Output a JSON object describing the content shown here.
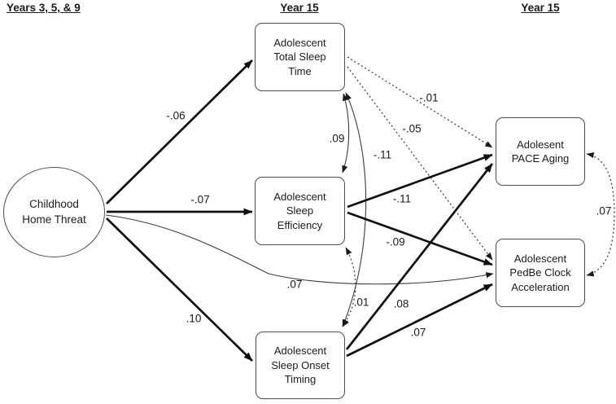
{
  "headers": {
    "left": "Years 3, 5, & 9",
    "middle": "Year 15",
    "right": "Year 15"
  },
  "nodes": {
    "childhood_home_threat": {
      "label": "Childhood\nHome Threat",
      "shape": "ellipse"
    },
    "total_sleep_time": {
      "label": "Adolescent\nTotal Sleep\nTime",
      "shape": "rect"
    },
    "sleep_efficiency": {
      "label": "Adolescent\nSleep\nEfficiency",
      "shape": "rect"
    },
    "sleep_onset_timing": {
      "label": "Adolescent\nSleep Onset\nTiming",
      "shape": "rect"
    },
    "pace_aging": {
      "label": "Adolesent\nPACE Aging",
      "shape": "rect"
    },
    "pedbe_clock": {
      "label": "Adolescent\nPedBe Clock\nAcceleration",
      "shape": "rect"
    }
  },
  "paths": [
    {
      "from": "Childhood Home Threat",
      "to": "Adolescent Total Sleep Time",
      "coef": "-.06",
      "style": "solid-bold"
    },
    {
      "from": "Childhood Home Threat",
      "to": "Adolescent Sleep Efficiency",
      "coef": "-.07",
      "style": "solid-bold"
    },
    {
      "from": "Childhood Home Threat",
      "to": "Adolescent Sleep Onset Timing",
      "coef": ".10",
      "style": "solid-bold"
    },
    {
      "from": "Childhood Home Threat",
      "to": "Adolescent PedBe Clock Acceleration",
      "coef": ".07",
      "style": "solid-thin"
    },
    {
      "from": "Adolescent Total Sleep Time",
      "to": "Adolescent Sleep Efficiency",
      "coef": ".09",
      "style": "covariance-double-arrow"
    },
    {
      "from": "Adolescent Total Sleep Time",
      "to": "Adolescent Sleep Onset Timing",
      "coef": "-.11",
      "style": "covariance-double-arrow"
    },
    {
      "from": "Adolescent Sleep Efficiency",
      "to": "Adolescent Sleep Onset Timing",
      "coef": ".01",
      "style": "covariance-dotted-double-arrow"
    },
    {
      "from": "Adolescent Total Sleep Time",
      "to": "Adolesent PACE Aging",
      "coef": "-.01",
      "style": "dotted"
    },
    {
      "from": "Adolescent Total Sleep Time",
      "to": "Adolescent PedBe Clock Acceleration",
      "coef": "-.05",
      "style": "dotted"
    },
    {
      "from": "Adolescent Sleep Efficiency",
      "to": "Adolesent PACE Aging",
      "coef": "-.11",
      "style": "solid-bold"
    },
    {
      "from": "Adolescent Sleep Efficiency",
      "to": "Adolescent PedBe Clock Acceleration",
      "coef": "-.09",
      "style": "solid-bold"
    },
    {
      "from": "Adolescent Sleep Onset Timing",
      "to": "Adolesent PACE Aging",
      "coef": ".08",
      "style": "solid-bold"
    },
    {
      "from": "Adolescent Sleep Onset Timing",
      "to": "Adolescent PedBe Clock Acceleration",
      "coef": ".07",
      "style": "solid-bold"
    },
    {
      "from": "Adolesent PACE Aging",
      "to": "Adolescent PedBe Clock Acceleration",
      "coef": ".07",
      "style": "covariance-dotted-double-arrow"
    }
  ]
}
